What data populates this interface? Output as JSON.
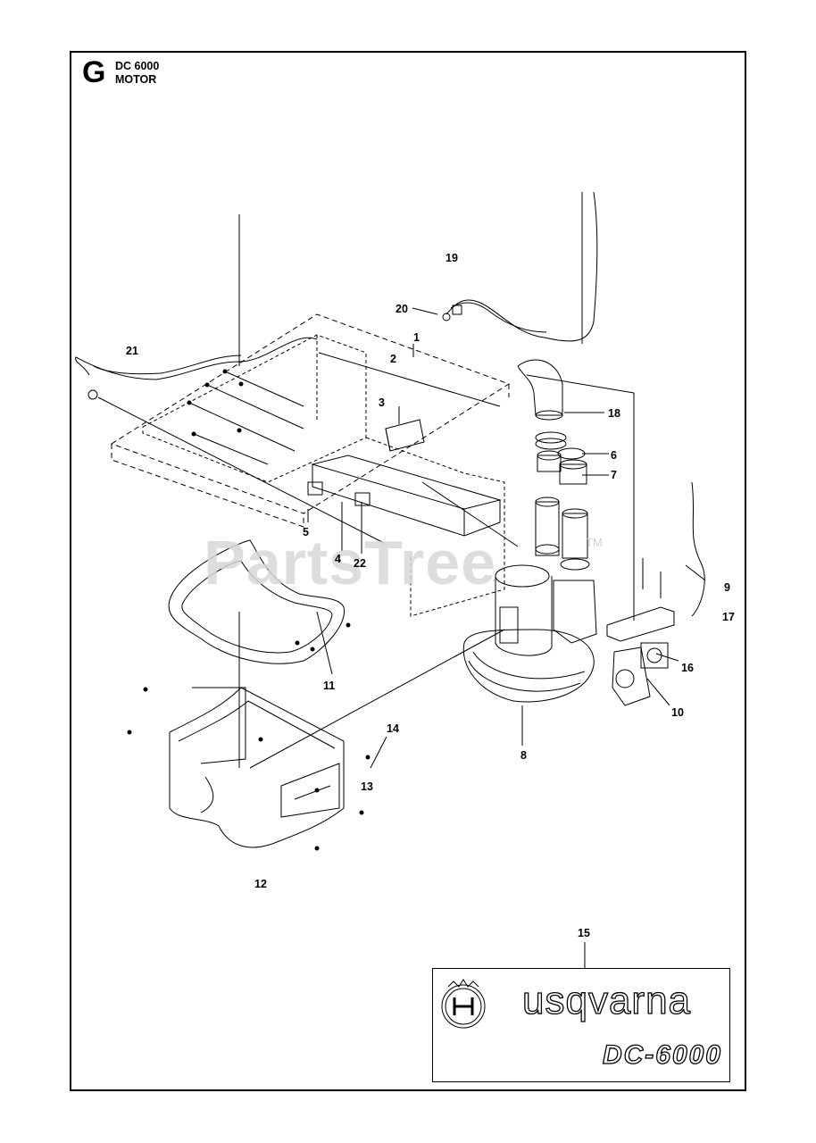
{
  "header": {
    "section_letter": "G",
    "model": "DC 6000",
    "assembly": "MOTOR"
  },
  "watermark": {
    "text": "PartsTree",
    "tm": "TM"
  },
  "callouts": {
    "c1": "1",
    "c2": "2",
    "c3": "3",
    "c4": "4",
    "c5": "5",
    "c6": "6",
    "c7": "7",
    "c8": "8",
    "c9": "9",
    "c10": "10",
    "c11": "11",
    "c12": "12",
    "c13": "13",
    "c14": "14",
    "c15": "15",
    "c16": "16",
    "c17": "17",
    "c18": "18",
    "c19": "19",
    "c20": "20",
    "c21": "21",
    "c22": "22"
  },
  "decal": {
    "brand": "usqvarna",
    "model_text": "DC-6000",
    "logo_icon": "husqvarna-crown-h-logo"
  },
  "colors": {
    "line": "#000000",
    "watermark": "#d8d8d8"
  }
}
